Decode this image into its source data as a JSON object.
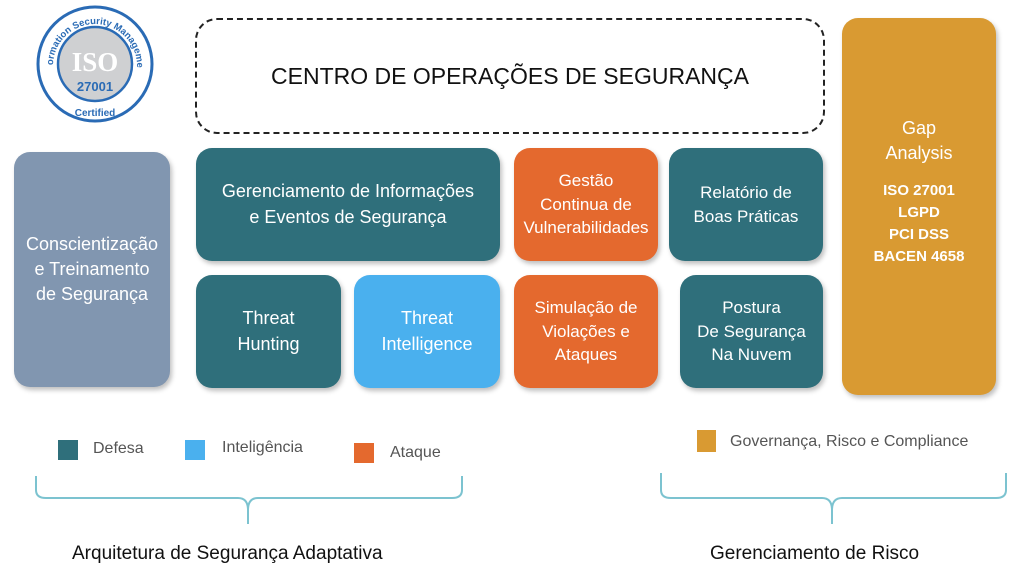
{
  "logo": {
    "ring_top": "Information Security Management",
    "mark": "ISO",
    "number": "27001",
    "ring_bottom": "Certified"
  },
  "title": "CENTRO DE OPERAÇÕES DE SEGURANÇA",
  "boxes": {
    "awareness": "Conscientização\ne Treinamento\nde Segurança",
    "siem": "Gerenciamento de Informações\ne Eventos de Segurança",
    "vuln": "Gestão\nContinua de\nVulnerabilidades",
    "report": "Relatório de\nBoas Práticas",
    "hunting": "Threat\nHunting",
    "intel": "Threat\nIntelligence",
    "bas": "Simulação de\nViolações e\nAtaques",
    "cloud": "Postura\nDe Segurança\nNa Nuvem",
    "gap_title": "Gap\nAnalysis",
    "gap_items": "ISO 27001\nLGPD\nPCI DSS\nBACEN 4658"
  },
  "legend": {
    "defense": "Defesa",
    "intel": "Inteligência",
    "attack": "Ataque",
    "grc": "Governança, Risco e Compliance"
  },
  "colors": {
    "defense": "#2f6f7b",
    "intel": "#4ab0ee",
    "attack": "#e4692e",
    "grc": "#d99a32",
    "awareness": "#8196b0"
  },
  "groups": {
    "left": "Arquitetura de Segurança Adaptativa",
    "right": "Gerenciamento de Risco"
  }
}
